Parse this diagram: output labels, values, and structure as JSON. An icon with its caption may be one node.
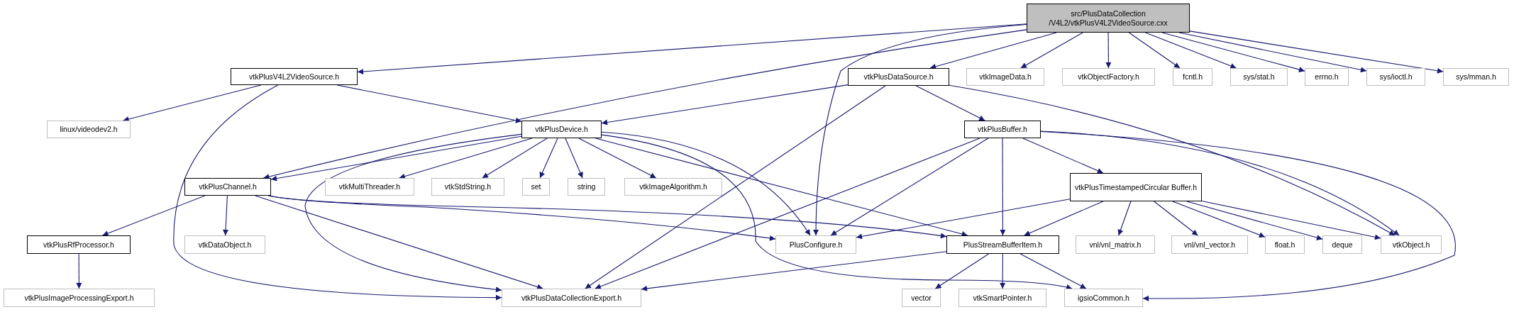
{
  "diagram": {
    "nodes": [
      {
        "text": [
          "src/PlusDataCollection /V4L2/vtkPlusV4L2VideoSource.cxx"
        ]
      },
      {
        "text": [
          "vtkPlusV4L2VideoSource.h"
        ]
      },
      {
        "text": [
          "vtkPlusDataSource.h"
        ]
      },
      {
        "text": [
          "vtkImageData.h"
        ]
      },
      {
        "text": [
          "vtkObjectFactory.h"
        ]
      },
      {
        "text": [
          "fcntl.h"
        ]
      },
      {
        "text": [
          "sys/stat.h"
        ]
      },
      {
        "text": [
          "errno.h"
        ]
      },
      {
        "text": [
          "sys/ioctl.h"
        ]
      },
      {
        "text": [
          "sys/mman.h"
        ]
      },
      {
        "text": [
          "linux/videodev2.h"
        ]
      },
      {
        "text": [
          "vtkPlusDevice.h"
        ]
      },
      {
        "text": [
          "vtkPlusBuffer.h"
        ]
      },
      {
        "text": [
          "vtkPlusChannel.h"
        ]
      },
      {
        "text": [
          "vtkMultiThreader.h"
        ]
      },
      {
        "text": [
          "vtkStdString.h"
        ]
      },
      {
        "text": [
          "set"
        ]
      },
      {
        "text": [
          "string"
        ]
      },
      {
        "text": [
          "vtkImageAlgorithm.h"
        ]
      },
      {
        "text": [
          "vtkPlusTimestampedCircular Buffer.h"
        ]
      },
      {
        "text": [
          "vtkPlusRfProcessor.h"
        ]
      },
      {
        "text": [
          "vtkDataObject.h"
        ]
      },
      {
        "text": [
          "PlusConfigure.h"
        ]
      },
      {
        "text": [
          "PlusStreamBufferItem.h"
        ]
      },
      {
        "text": [
          "vnl/vnl_matrix.h"
        ]
      },
      {
        "text": [
          "vnl/vnl_vector.h"
        ]
      },
      {
        "text": [
          "float.h"
        ]
      },
      {
        "text": [
          "deque"
        ]
      },
      {
        "text": [
          "vtkObject.h"
        ]
      },
      {
        "text": [
          "vtkPlusImageProcessingExport.h"
        ]
      },
      {
        "text": [
          "vtkPlusDataCollectionExport.h"
        ]
      },
      {
        "text": [
          "vector"
        ]
      },
      {
        "text": [
          "vtkSmartPointer.h"
        ]
      },
      {
        "text": [
          "igsioCommon.h"
        ]
      }
    ],
    "edges": [
      {
        "from": 0,
        "to": 1,
        "arrow": "to"
      },
      {
        "from": 0,
        "to": 13,
        "arrow": "to"
      },
      {
        "from": 0,
        "to": 22,
        "arrow": "to"
      },
      {
        "from": 0,
        "to": 2,
        "arrow": "to"
      },
      {
        "from": 0,
        "to": 3,
        "arrow": "to"
      },
      {
        "from": 0,
        "to": 4,
        "arrow": "to"
      },
      {
        "from": 0,
        "to": 5,
        "arrow": "to"
      },
      {
        "from": 0,
        "to": 6,
        "arrow": "to"
      },
      {
        "from": 0,
        "to": 7,
        "arrow": "to"
      },
      {
        "from": 0,
        "to": 8,
        "arrow": "to"
      },
      {
        "from": 0,
        "to": 9,
        "arrow": "to"
      },
      {
        "from": 1,
        "to": 10,
        "arrow": "to"
      },
      {
        "from": 1,
        "to": 11,
        "arrow": "to"
      },
      {
        "from": 1,
        "to": 30,
        "arrow": "to"
      },
      {
        "from": 2,
        "to": 11,
        "arrow": "to"
      },
      {
        "from": 2,
        "to": 12,
        "arrow": "to"
      },
      {
        "from": 2,
        "to": 30,
        "arrow": "to"
      },
      {
        "from": 2,
        "to": 28,
        "arrow": "to"
      },
      {
        "from": 11,
        "to": 13,
        "arrow": "to"
      },
      {
        "from": 11,
        "to": 30,
        "arrow": "to"
      },
      {
        "from": 11,
        "to": 14,
        "arrow": "to"
      },
      {
        "from": 11,
        "to": 15,
        "arrow": "to"
      },
      {
        "from": 11,
        "to": 16,
        "arrow": "to"
      },
      {
        "from": 11,
        "to": 17,
        "arrow": "to"
      },
      {
        "from": 11,
        "to": 18,
        "arrow": "to"
      },
      {
        "from": 11,
        "to": 22,
        "arrow": "to"
      },
      {
        "from": 11,
        "to": 23,
        "arrow": "to"
      },
      {
        "from": 11,
        "to": 33,
        "arrow": "to"
      },
      {
        "from": 12,
        "to": 22,
        "arrow": "to"
      },
      {
        "from": 12,
        "to": 30,
        "arrow": "to"
      },
      {
        "from": 12,
        "to": 23,
        "arrow": "to"
      },
      {
        "from": 12,
        "to": 19,
        "arrow": "to"
      },
      {
        "from": 12,
        "to": 28,
        "arrow": "to"
      },
      {
        "from": 12,
        "to": 33,
        "arrow": "to"
      },
      {
        "from": 13,
        "to": 20,
        "arrow": "to"
      },
      {
        "from": 13,
        "to": 21,
        "arrow": "to"
      },
      {
        "from": 13,
        "to": 30,
        "arrow": "to"
      },
      {
        "from": 13,
        "to": 22,
        "arrow": "to"
      },
      {
        "from": 13,
        "to": 23,
        "arrow": "to"
      },
      {
        "from": 19,
        "to": 22,
        "arrow": "to"
      },
      {
        "from": 19,
        "to": 23,
        "arrow": "to"
      },
      {
        "from": 19,
        "to": 24,
        "arrow": "to"
      },
      {
        "from": 19,
        "to": 25,
        "arrow": "to"
      },
      {
        "from": 19,
        "to": 26,
        "arrow": "to"
      },
      {
        "from": 19,
        "to": 27,
        "arrow": "to"
      },
      {
        "from": 19,
        "to": 28,
        "arrow": "to"
      },
      {
        "from": 20,
        "to": 29,
        "arrow": "to"
      },
      {
        "from": 23,
        "to": 30,
        "arrow": "to"
      },
      {
        "from": 23,
        "to": 31,
        "arrow": "to"
      },
      {
        "from": 23,
        "to": 32,
        "arrow": "to"
      },
      {
        "from": 23,
        "to": 33,
        "arrow": "to"
      }
    ]
  }
}
